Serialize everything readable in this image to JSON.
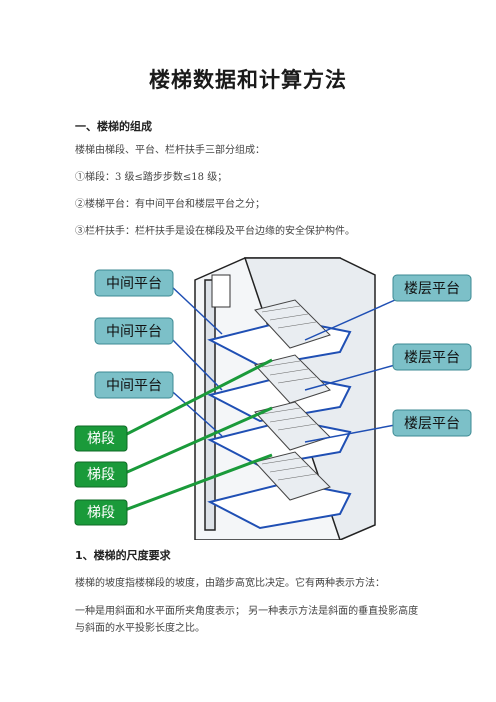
{
  "title": "楼梯数据和计算方法",
  "section1": {
    "heading": "一、楼梯的组成",
    "lines": [
      "楼梯由梯段、平台、栏杆扶手三部分组成：",
      "①梯段：3 级≤踏步步数≤18 级；",
      "②楼梯平台：有中间平台和楼层平台之分；",
      "③栏杆扶手：栏杆扶手是设在梯段及平台边缘的安全保护构件。"
    ]
  },
  "figure": {
    "labels": {
      "mid1": "中间平台",
      "mid2": "中间平台",
      "mid3": "中间平台",
      "floor1": "楼层平台",
      "floor2": "楼层平台",
      "floor3": "楼层平台",
      "flight1": "梯段",
      "flight2": "梯段",
      "flight3": "梯段"
    },
    "colors": {
      "label_bg": "#7cc0c8",
      "flight_bg": "#1a9a3a",
      "line_blue": "#1f4fb4"
    }
  },
  "section2": {
    "heading": "1、楼梯的尺度要求",
    "lines": [
      "楼梯的坡度指楼梯段的坡度，由踏步高宽比决定。它有两种表示方法：",
      "一种是用斜面和水平面所夹角度表示；  另一种表示方法是斜面的垂直投影高度",
      "与斜面的水平投影长度之比。"
    ]
  }
}
